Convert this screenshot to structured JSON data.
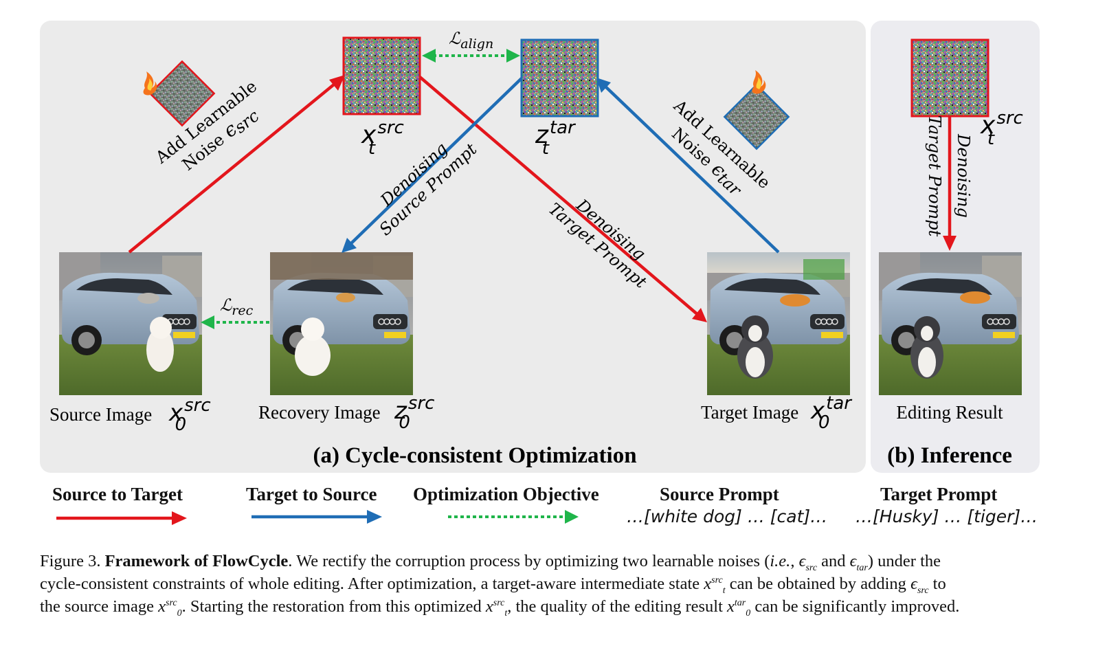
{
  "panels": {
    "a_title": "(a) Cycle-consistent Optimization",
    "b_title": "(b) Inference"
  },
  "images": {
    "source_label": "Source Image",
    "recovery_label": "Recovery Image",
    "target_label": "Target Image",
    "result_label": "Editing Result"
  },
  "math": {
    "x_var": "x",
    "z_var": "z",
    "sup_src": "src",
    "sup_tar": "tar",
    "sub_t": "t",
    "sub_0": "0",
    "loss_script": "ℒ",
    "loss_align_sub": "align",
    "loss_rec_sub": "rec",
    "epsilon": "ϵ"
  },
  "annotations": {
    "add_noise_src_line1": "Add Learnable",
    "add_noise_src_line2": "Noise",
    "add_noise_tar_line1": "Add Learnable",
    "add_noise_tar_line2": "Noise",
    "denoise_src_line1": "Denoising",
    "denoise_src_line2": "Source Prompt",
    "denoise_tar_line1": "Denoising",
    "denoise_tar_line2": "Target Prompt",
    "inference_line1": "Denoising",
    "inference_line2": "Target Prompt"
  },
  "legend": {
    "src_to_tar": "Source to Target",
    "tar_to_src": "Target to Source",
    "objective": "Optimization Objective",
    "source_prompt_label": "Source Prompt",
    "source_prompt_text": "…[white dog] … [cat]…",
    "target_prompt_label": "Target Prompt",
    "target_prompt_text": "…[Husky] … [tiger]…"
  },
  "caption": {
    "fig_num": "Figure 3.",
    "fig_title": "Framework of FlowCycle",
    "l1_a": ". We rectify the corruption process by optimizing two learnable noises (",
    "l1_ie": "i.e.",
    "l1_b": ",",
    "l1_and": "and",
    "l1_c": ") under the",
    "l2_a": "cycle-consistent constraints of whole editing. After optimization, a target-aware intermediate state",
    "l2_b": "can be obtained by adding",
    "l2_c": "to",
    "l3_a": "the source image",
    "l3_b": ". Starting the restoration from this optimized",
    "l3_c": ", the quality of the editing result",
    "l3_d": "can be significantly improved."
  },
  "colors": {
    "red": "#e3161c",
    "blue": "#1f6db5",
    "green": "#1fb54a",
    "panel_a": "#ebebeb",
    "panel_b": "#ececf0"
  }
}
